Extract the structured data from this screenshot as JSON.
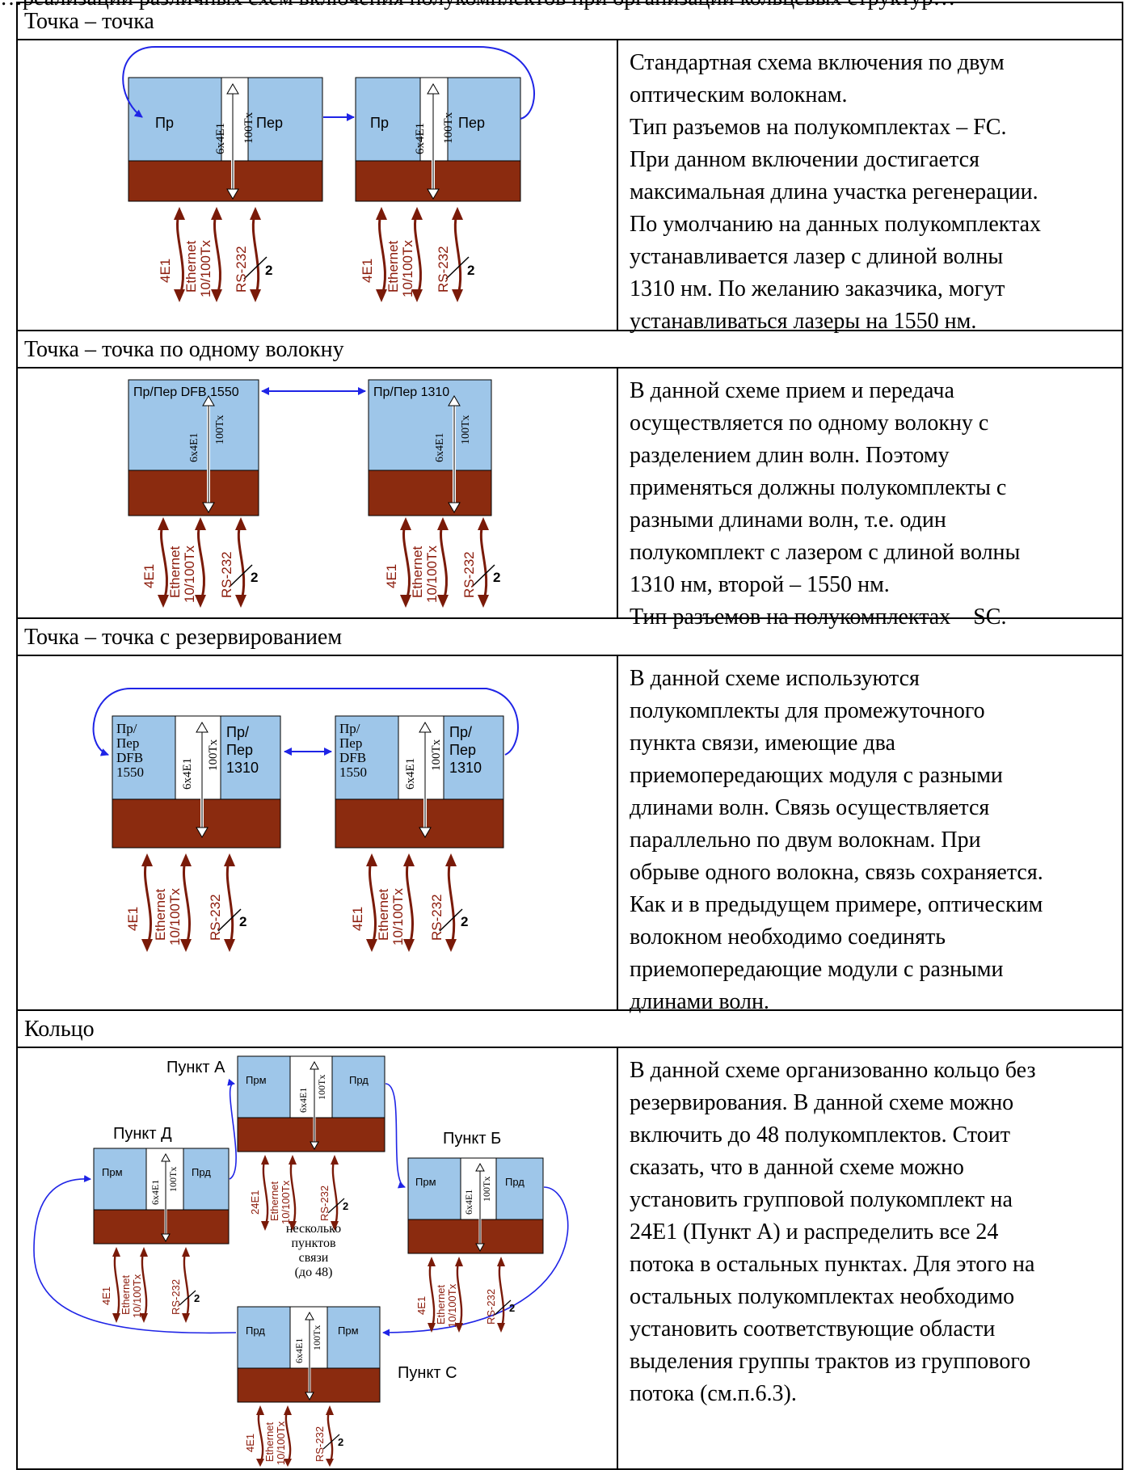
{
  "cut_line": "…реализации различных схем включения полукомплектов при организации кольцевых структур…",
  "sections": [
    {
      "title": "Точка – точка",
      "description": [
        "Стандартная схема включения по двум",
        "оптическим волокнам.",
        "Тип разъемов на полукомплектах – FC.",
        "При данном включении достигается",
        "максимальная длина участка регенерации.",
        "По умолчанию на данных полукомплектах",
        "устанавливается лазер с длиной волны",
        "1310 нм. По желанию заказчика, могут",
        "устанавливаться лазеры на 1550 нм."
      ],
      "diagram": {
        "left_rx": "Пр",
        "left_tx": "Пер",
        "right_rx": "Пр",
        "right_tx": "Пер",
        "bus_a": "6x4E1",
        "bus_b": "100Tx"
      }
    },
    {
      "title": "Точка – точка по одному волокну",
      "description": [
        "В данной схеме прием и передача",
        "осуществляется по одному волокну с",
        "разделением длин волн. Поэтому",
        "применяться должны полукомплекты с",
        "разными длинами волн, т.е. один",
        "полукомплект с лазером с длиной волны",
        "1310 нм, второй – 1550 нм.",
        "Тип разъемов на полукомплектах – SC."
      ],
      "diagram": {
        "left_label": "Пр/Пер DFB 1550",
        "right_label": "Пр/Пер 1310",
        "bus_a": "6x4E1",
        "bus_b": "100Tx"
      }
    },
    {
      "title": "Точка – точка с резервированием",
      "description": [
        "В данной схеме используются",
        "полукомплекты для промежуточного",
        "пункта связи, имеющие два",
        "приемопередающих модуля с разными",
        "длинами волн. Связь осуществляется",
        "параллельно по двум волокнам. При",
        "обрыве одного волокна, связь сохраняется.",
        "Как и в предыдущем примере, оптическим",
        "волокном необходимо соединять",
        "приемопередающие модули с разными",
        "длинами волн."
      ],
      "diagram": {
        "dfb_lines": [
          "Пр/",
          "Пер",
          "DFB",
          "1550"
        ],
        "std_lines": [
          "Пр/",
          "Пер",
          "1310"
        ],
        "bus_a": "6x4E1",
        "bus_b": "100Tx"
      }
    },
    {
      "title": "Кольцо",
      "description": [
        "В данной схеме организованно кольцо без",
        "резервирования. В данной схеме можно",
        "включить до 48 полукомплектов. Стоит",
        "сказать, что в данной схеме можно",
        "установить групповой полукомплект на",
        "24E1 (Пункт А) и распределить все 24",
        "потока в остальных пунктах. Для этого на",
        "остальных полукомплектах необходимо",
        "установить соответствующие области",
        "выделения группы трактов из группового",
        "потока (см.п.6.3)."
      ],
      "diagram": {
        "point_a": "Пункт А",
        "point_b": "Пункт Б",
        "point_c": "Пункт С",
        "point_d": "Пункт Д",
        "rx": "Прм",
        "tx": "Прд",
        "bus_a": "6x4E1",
        "bus_b": "100Tx",
        "a_e1": "24E1",
        "middle_note": [
          "несколько",
          "пунктов",
          "связи",
          "(до 48)"
        ]
      }
    }
  ],
  "ports": {
    "e1": "4E1",
    "eth_1": "Ethernet",
    "eth_2": "10/100Tx",
    "rs": "RS-232",
    "rs_count": "2"
  },
  "colors": {
    "module_blue": "#9ec6e9",
    "module_brown": "#8b2b0f",
    "fiber_blue": "#1f24e6",
    "port_arrow": "#7a1a08",
    "port_text": "#8b1a0a"
  }
}
